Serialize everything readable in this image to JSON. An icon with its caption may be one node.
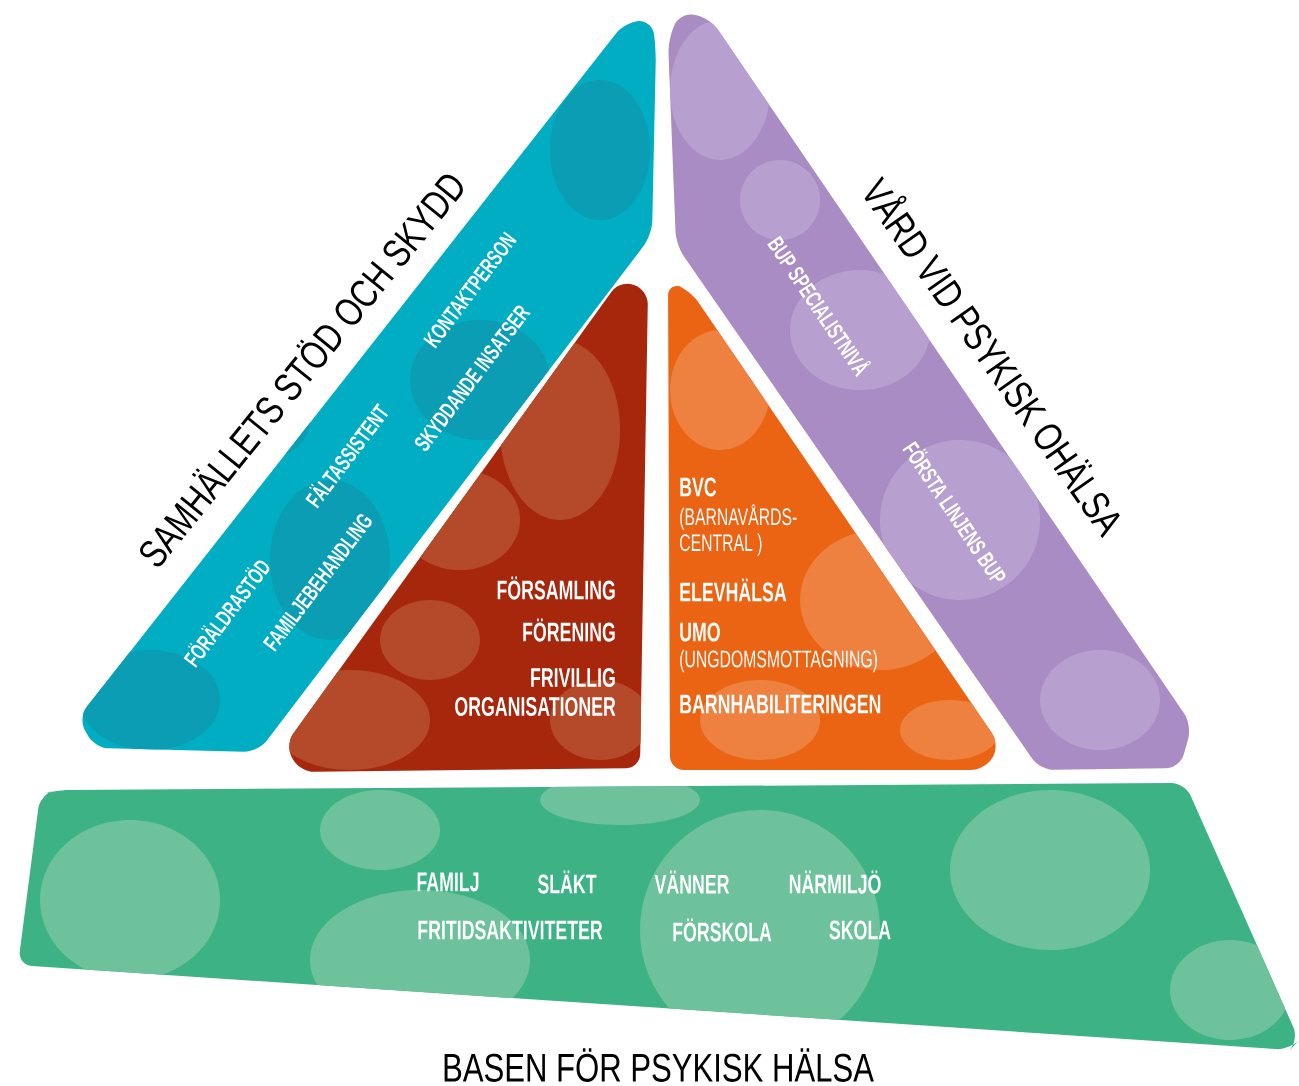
{
  "diagram": {
    "nodes": [
      {
        "text": [
          "SAMHÄLLETS STÖD OCH SKYDD",
          "FÖRÄLDRASTÖD",
          "FÄLTASSISTENT",
          "KONTAKTPERSON",
          "FAMILJEBEHANDLING",
          "SKYDDANDE INSATSER"
        ]
      },
      {
        "text": [
          "FÖRSAMLING",
          "FÖRENING",
          "FRIVILLIG ORGANISATIONER"
        ]
      },
      {
        "text": [
          "BVC",
          "(BARNAVÅRDS- CENTRAL )",
          "ELEVHÄLSA",
          "UMO",
          "(UNGDOMSMOTTAGNING)",
          "BARNHABILITERINGEN"
        ]
      },
      {
        "text": [
          "VÅRD VID PSYKISK OHÄLSA",
          "BUP SPECIALISTNIVÅ",
          "FÖRSTA LINJENS BUP"
        ]
      },
      {
        "text": [
          "FAMILJ",
          "SLÄKT",
          "VÄNNER",
          "NÄRMILJÖ",
          "FRITIDSAKTIVITETER",
          "FÖRSKOLA",
          "SKOLA",
          "BASEN FÖR PSYKISK HÄLSA"
        ]
      }
    ]
  }
}
